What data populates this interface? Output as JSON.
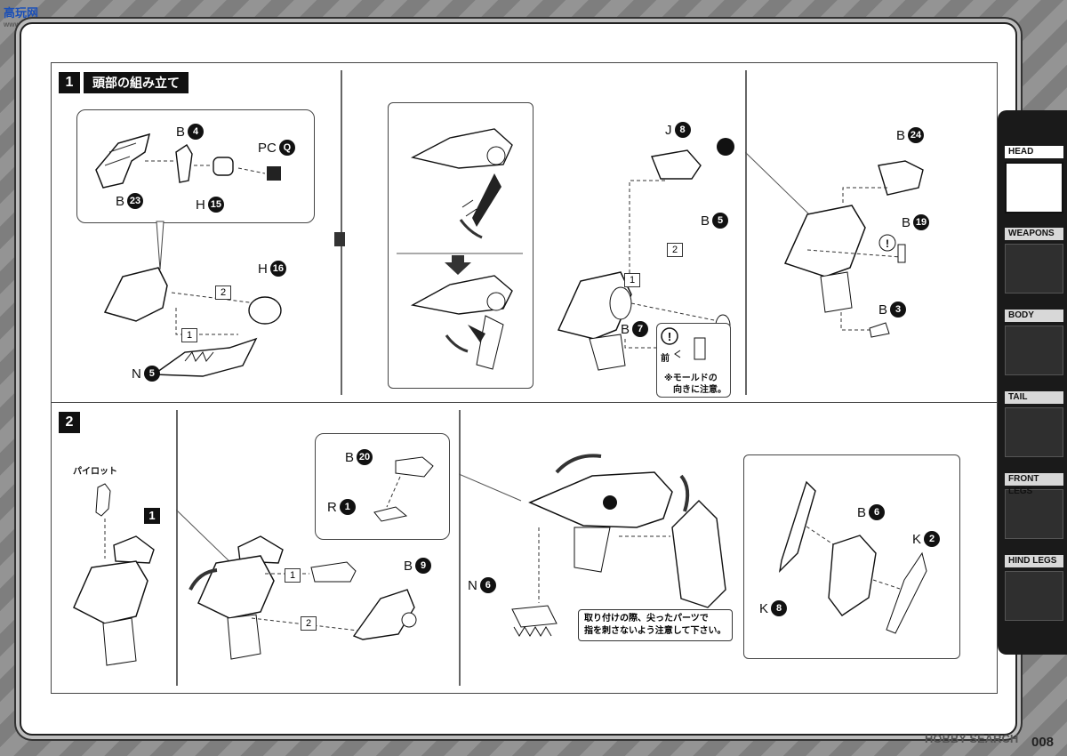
{
  "watermark": {
    "site": "高玩网",
    "url": "www.gaowan.com"
  },
  "step1": {
    "number": "1",
    "title": "頭部の組み立て"
  },
  "step2": {
    "number": "2"
  },
  "labels": {
    "b23_letter": "B",
    "b23_num": "23",
    "b4_letter": "B",
    "b4_num": "4",
    "h15_letter": "H",
    "h15_num": "15",
    "pcq_letter": "PC",
    "pcq_num": "Q",
    "h16_letter": "H",
    "h16_num": "16",
    "n5_letter": "N",
    "n5_num": "5",
    "j8_letter": "J",
    "j8_num": "8",
    "b5_letter": "B",
    "b5_num": "5",
    "b7_letter": "B",
    "b7_num": "7",
    "b24_letter": "B",
    "b24_num": "24",
    "b19_letter": "B",
    "b19_num": "19",
    "b3_letter": "B",
    "b3_num": "3",
    "b20_letter": "B",
    "b20_num": "20",
    "r1_letter": "R",
    "r1_num": "1",
    "b9_letter": "B",
    "b9_num": "9",
    "n6_letter": "N",
    "n6_num": "6",
    "b6_letter": "B",
    "b6_num": "6",
    "k2_letter": "K",
    "k2_num": "2",
    "k8_letter": "K",
    "k8_num": "8"
  },
  "order_marks": {
    "one": "1",
    "two": "2"
  },
  "mold_note": {
    "front": "前",
    "caution": "※モールドの",
    "caution2": "向きに注意。"
  },
  "pilot_label": "パイロット",
  "step1_ref": "1",
  "warning_text": {
    "line1": "取り付けの際、尖ったパーツで",
    "line2": "指を刺さないよう注意して下さい。"
  },
  "tabs": [
    {
      "label": "HEAD",
      "active": true
    },
    {
      "label": "WEAPONS",
      "active": false
    },
    {
      "label": "BODY",
      "active": false
    },
    {
      "label": "TAIL",
      "active": false
    },
    {
      "label": "FRONT LEGS",
      "active": false
    },
    {
      "label": "HIND LEGS",
      "active": false
    }
  ],
  "footer": {
    "brand": "HOBBY SEARCH",
    "page": "008"
  }
}
